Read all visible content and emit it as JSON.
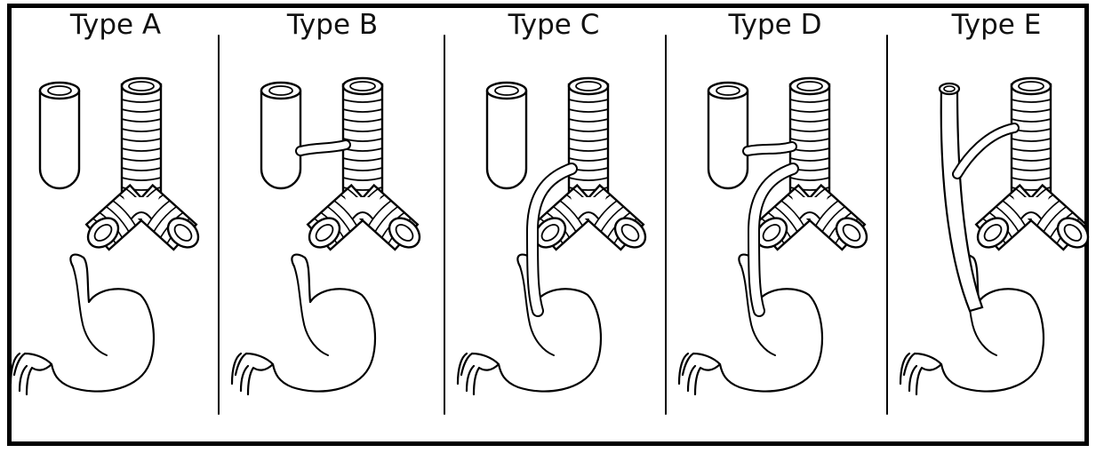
{
  "colors": {
    "line": "#000000",
    "background": "#ffffff"
  },
  "panels": [
    {
      "title": "Type A",
      "variant": "A"
    },
    {
      "title": "Type B",
      "variant": "B"
    },
    {
      "title": "Type C",
      "variant": "C"
    },
    {
      "title": "Type D",
      "variant": "D"
    },
    {
      "title": "Type E",
      "variant": "E"
    }
  ]
}
